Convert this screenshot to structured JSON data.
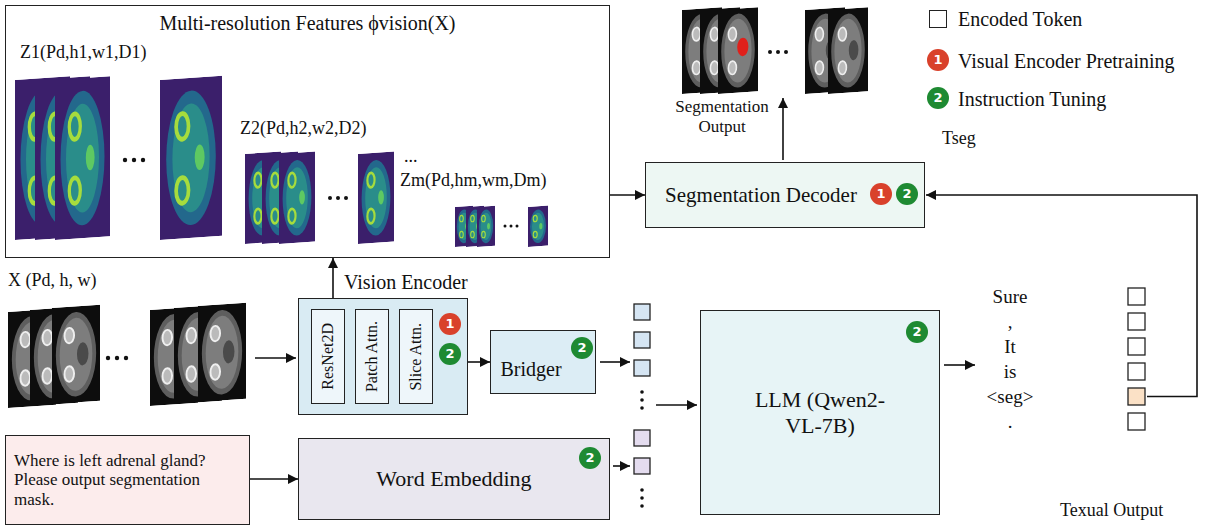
{
  "diagram": {
    "nodes": [
      {
        "text": [
          "Multi-resolution Features ϕvision(X)"
        ]
      },
      {
        "text": [
          "Segmentation Decoder"
        ]
      },
      {
        "text": [
          "1"
        ],
        "in": 1
      },
      {
        "text": [
          "2"
        ],
        "in": 1
      },
      {
        "text": [
          "Vision Encoder"
        ]
      },
      {
        "text": [
          "ResNet2D"
        ],
        "in": 4
      },
      {
        "text": [
          "Patch Attn."
        ],
        "in": 4
      },
      {
        "text": [
          "Slice Attn."
        ],
        "in": 4
      },
      {
        "text": [
          "1"
        ],
        "in": 4
      },
      {
        "text": [
          "2"
        ],
        "in": 4
      },
      {
        "text": [
          "Bridger"
        ]
      },
      {
        "text": [
          "2"
        ],
        "in": 10
      },
      {
        "text": [
          "LLM (Qwen2-VL-7B)"
        ]
      },
      {
        "text": [
          "2"
        ],
        "in": 12
      },
      {
        "text": [
          "Where is left adrenal gland? Please output segmentation mask."
        ]
      },
      {
        "text": [
          "Word Embedding"
        ]
      },
      {
        "text": [
          "2"
        ],
        "in": 15
      }
    ],
    "edges": [
      {
        "from": 0,
        "to": 1,
        "arrow": "to"
      },
      {
        "from": 4,
        "to": 0,
        "arrow": "to"
      },
      {
        "from": 4,
        "to": 10,
        "arrow": "to"
      },
      {
        "from": 14,
        "to": 15,
        "arrow": "to"
      }
    ],
    "labels": [
      "Z1(Pd,h1,w1,D1)",
      "Z2(Pd,h2,w2,D2)",
      "...",
      "Zm(Pd,hm,wm,Dm)",
      "Segmentation Output",
      "Tseg",
      "X (Pd, h, w)",
      "Sure",
      ",",
      "It",
      "is",
      "<seg>",
      ".",
      "Texual Output",
      "1",
      "2"
    ],
    "legend": [
      {
        "text": "Encoded Token"
      },
      {
        "text": "Visual Encoder Pretraining",
        "color": "#d9412b"
      },
      {
        "text": "Instruction Tuning",
        "color": "#1e8a32"
      }
    ]
  }
}
